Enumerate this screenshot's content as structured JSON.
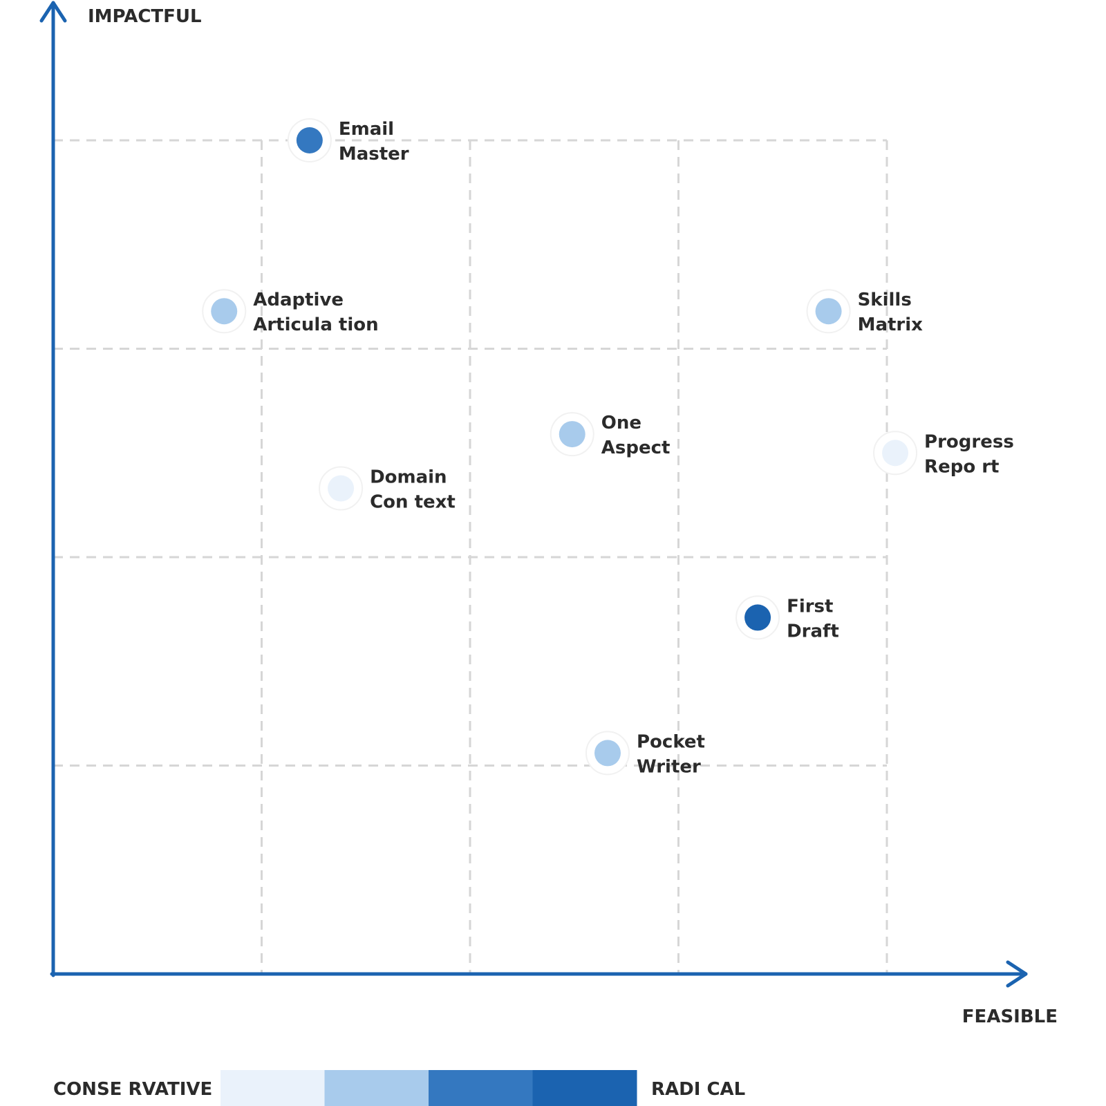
{
  "chart_data": {
    "type": "scatter",
    "ylabel": "IMPACTFUL",
    "xlabel": "FEASIBLE",
    "xlim": [
      0,
      5
    ],
    "ylim": [
      0,
      5
    ],
    "grid": true,
    "legend": {
      "low_label": "CONSE RVATIVE",
      "high_label": "RADI CAL",
      "levels": [
        1,
        2,
        3,
        4
      ],
      "colors": [
        "#eaf2fb",
        "#a8cbec",
        "#3478c0",
        "#1b63b0"
      ]
    },
    "points": [
      {
        "lines": [
          "Email",
          "Master"
        ],
        "x": 1.23,
        "y": 4.0,
        "level": 3
      },
      {
        "lines": [
          "Adaptive",
          "Articula tion"
        ],
        "x": 0.82,
        "y": 3.18,
        "level": 2
      },
      {
        "lines": [
          "Skills",
          "Matrix"
        ],
        "x": 3.72,
        "y": 3.18,
        "level": 2
      },
      {
        "lines": [
          "One",
          "Aspect"
        ],
        "x": 2.49,
        "y": 2.59,
        "level": 2
      },
      {
        "lines": [
          "Progress",
          "Repo rt"
        ],
        "x": 4.04,
        "y": 2.5,
        "level": 1
      },
      {
        "lines": [
          "Domain",
          "Con text"
        ],
        "x": 1.38,
        "y": 2.33,
        "level": 1
      },
      {
        "lines": [
          "First",
          "Draft"
        ],
        "x": 3.38,
        "y": 1.71,
        "level": 4
      },
      {
        "lines": [
          "Pocket",
          "Writer"
        ],
        "x": 2.66,
        "y": 1.06,
        "level": 2
      }
    ]
  },
  "colors": {
    "axis": "#1b63b0",
    "grid": "#d6d6d6",
    "text": "#2b2b2b"
  }
}
